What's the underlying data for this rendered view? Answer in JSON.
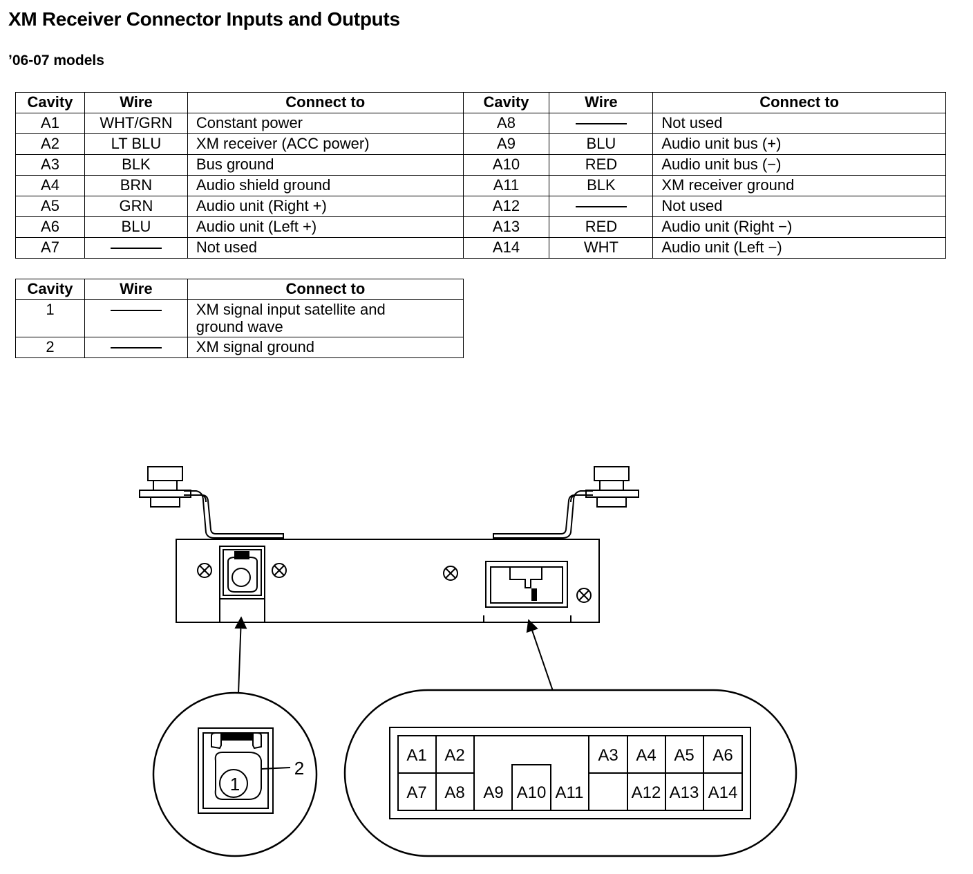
{
  "title": "XM Receiver Connector Inputs and Outputs",
  "subtitle": "’06-07 models",
  "table_a": {
    "headers": [
      "Cavity",
      "Wire",
      "Connect to",
      "Cavity",
      "Wire",
      "Connect to"
    ],
    "rows": [
      {
        "cavity": "A1",
        "wire": "WHT/GRN",
        "connect": "Constant power",
        "cavity2": "A8",
        "wire2": "",
        "connect2": "Not used"
      },
      {
        "cavity": "A2",
        "wire": "LT BLU",
        "connect": "XM receiver (ACC power)",
        "cavity2": "A9",
        "wire2": "BLU",
        "connect2": "Audio unit bus (+)"
      },
      {
        "cavity": "A3",
        "wire": "BLK",
        "connect": "Bus ground",
        "cavity2": "A10",
        "wire2": "RED",
        "connect2": "Audio unit bus (−)"
      },
      {
        "cavity": "A4",
        "wire": "BRN",
        "connect": "Audio shield ground",
        "cavity2": "A11",
        "wire2": "BLK",
        "connect2": "XM receiver ground"
      },
      {
        "cavity": "A5",
        "wire": "GRN",
        "connect": "Audio unit (Right +)",
        "cavity2": "A12",
        "wire2": "",
        "connect2": "Not used"
      },
      {
        "cavity": "A6",
        "wire": "BLU",
        "connect": "Audio unit (Left +)",
        "cavity2": "A13",
        "wire2": "RED",
        "connect2": "Audio unit (Right −)"
      },
      {
        "cavity": "A7",
        "wire": "",
        "connect": "Not used",
        "cavity2": "A14",
        "wire2": "WHT",
        "connect2": "Audio unit (Left −)"
      }
    ]
  },
  "table_b": {
    "headers": [
      "Cavity",
      "Wire",
      "Connect to"
    ],
    "rows": [
      {
        "cavity": "1",
        "wire": "",
        "connect_line1": "XM signal input satellite and",
        "connect_line2": "ground wave"
      },
      {
        "cavity": "2",
        "wire": "",
        "connect_line1": "XM signal ground",
        "connect_line2": ""
      }
    ]
  },
  "antenna_connector": {
    "label_center": "1",
    "label_callout": "2"
  },
  "harness_connector": {
    "top_row": [
      "A1",
      "A2",
      "A3",
      "A4",
      "A5",
      "A6"
    ],
    "bottom_row": [
      "A7",
      "A8",
      "A9",
      "A10",
      "A11",
      "A12",
      "A13",
      "A14"
    ]
  }
}
